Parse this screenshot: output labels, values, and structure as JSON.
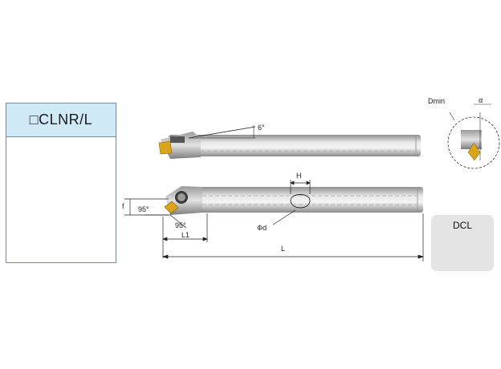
{
  "panel": {
    "title": "□CLNR/L"
  },
  "insert_box": {
    "label": "DCL"
  },
  "dimensions": {
    "angle_top": "6°",
    "h": "H",
    "f": "f",
    "angle_a": "95°",
    "angle_b": "95°",
    "l1": "L1",
    "phi_d": "Φd",
    "l": "L",
    "dmin": "Dmin",
    "alpha": "α"
  },
  "colors": {
    "panel_header": "#cfe9f6",
    "insert_gold": "#d9a419",
    "bar_steel": "#cfcfcf"
  }
}
